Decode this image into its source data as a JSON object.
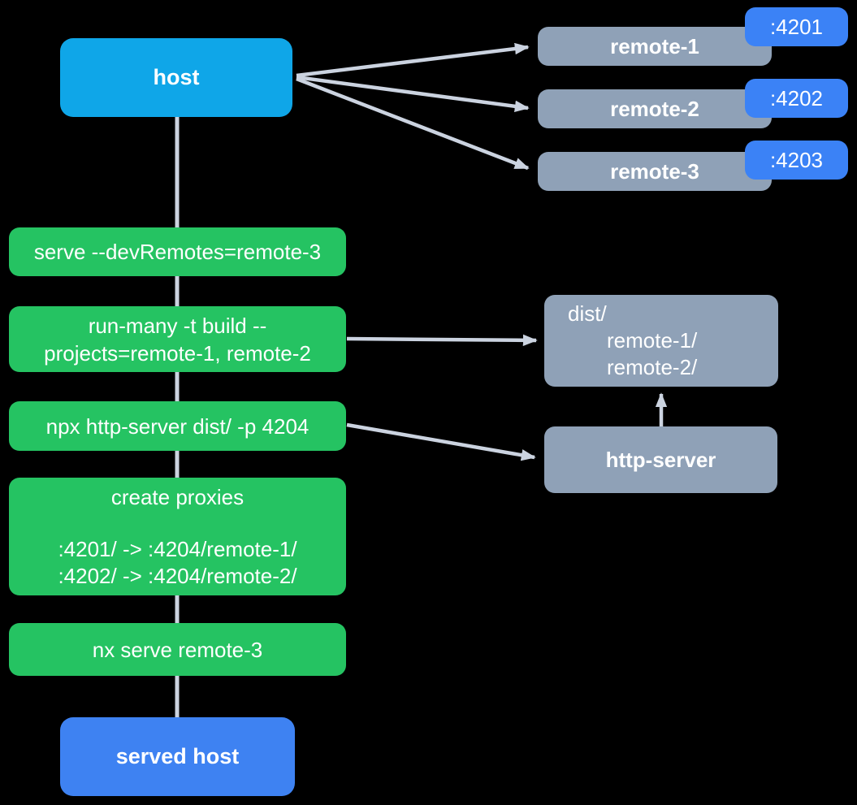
{
  "diagram": {
    "host": {
      "label": "host"
    },
    "remotes": [
      {
        "label": "remote-1",
        "port_badge": ":4201"
      },
      {
        "label": "remote-2",
        "port_badge": ":4202"
      },
      {
        "label": "remote-3",
        "port_badge": ":4203"
      }
    ],
    "commands": {
      "serve": "serve --devRemotes=remote-3",
      "run_many_line1": "run-many -t build --",
      "run_many_line2": "projects=remote-1, remote-2",
      "http_server": "npx http-server dist/ -p 4204",
      "create_proxies_title": "create proxies",
      "proxy_mapping_1": ":4201/ -> :4204/remote-1/",
      "proxy_mapping_2": ":4202/ -> :4204/remote-2/",
      "nx_serve": "nx serve remote-3"
    },
    "dist_folder": {
      "root": "dist/",
      "sub1": "remote-1/",
      "sub2": "remote-2/"
    },
    "http_server_node": {
      "label": "http-server"
    },
    "served_host": {
      "label": "served host"
    }
  },
  "colors": {
    "host_blue": "#0fa6e8",
    "node_gray": "#8fa1b7",
    "command_green": "#25c362",
    "port_blue": "#3b82f6",
    "served_blue": "#3e82f2",
    "connector_gray": "#cbd3e0",
    "text_white": "#ffffff",
    "background": "#000000"
  }
}
